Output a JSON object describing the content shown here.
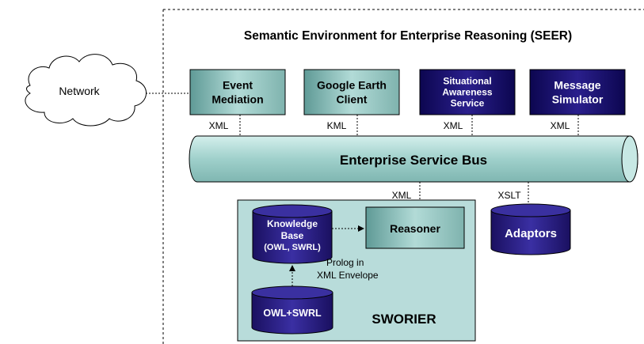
{
  "title": "Semantic Environment for Enterprise Reasoning (SEER)",
  "network_label": "Network",
  "services": [
    {
      "id": "event-mediation",
      "lines": [
        "Event",
        "Mediation"
      ],
      "style": "teal",
      "protocol": "XML"
    },
    {
      "id": "google-earth-client",
      "lines": [
        "Google Earth",
        "Client"
      ],
      "style": "teal",
      "protocol": "KML"
    },
    {
      "id": "situational-awareness-service",
      "lines": [
        "Situational",
        "Awareness",
        "Service"
      ],
      "style": "navy",
      "protocol": "XML"
    },
    {
      "id": "message-simulator",
      "lines": [
        "Message",
        "Simulator"
      ],
      "style": "navy",
      "protocol": "XML"
    }
  ],
  "bus_label": "Enterprise Service Bus",
  "reasoner": {
    "label": "Reasoner",
    "protocol": "XML"
  },
  "adaptors": {
    "label": "Adaptors",
    "protocol": "XSLT"
  },
  "knowledge_base": {
    "lines": [
      "Knowledge",
      "Base",
      "(OWL, SWRL)"
    ]
  },
  "owl_swrl": {
    "label": "OWL+SWRL"
  },
  "prolog_note": [
    "Prolog in",
    "XML Envelope"
  ],
  "sworier_label": "SWORIER",
  "colors": {
    "teal_box": "#8fc1bd",
    "navy_box": "#1a0f73",
    "bus_fill": "#b3e0dc",
    "container_fill": "#b8dcda",
    "cylinder_dark": "#22166e"
  }
}
